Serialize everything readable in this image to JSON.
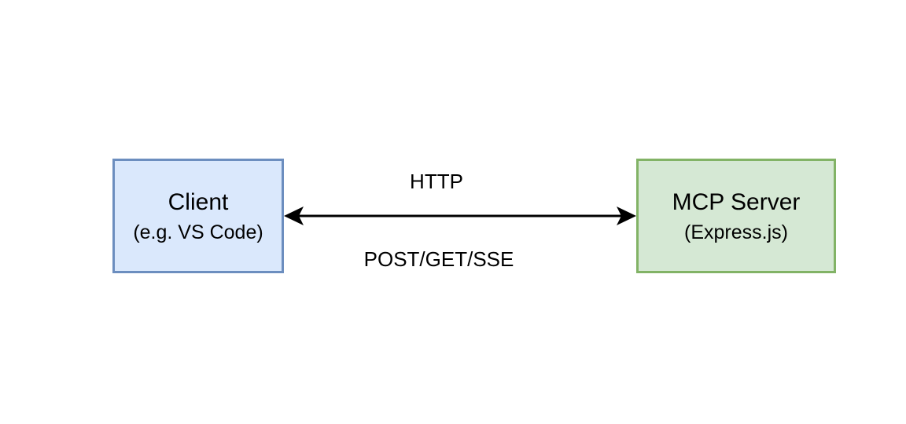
{
  "diagram": {
    "client": {
      "title": "Client",
      "subtitle": "(e.g. VS Code)",
      "fill": "#dae8fc",
      "stroke": "#6c8ebf"
    },
    "server": {
      "title": "MCP Server",
      "subtitle": "(Express.js)",
      "fill": "#d5e8d4",
      "stroke": "#82b366"
    },
    "connection": {
      "direction": "bidirectional",
      "label_top": "HTTP",
      "label_bottom": "POST/GET/SSE",
      "color": "#000000"
    }
  }
}
